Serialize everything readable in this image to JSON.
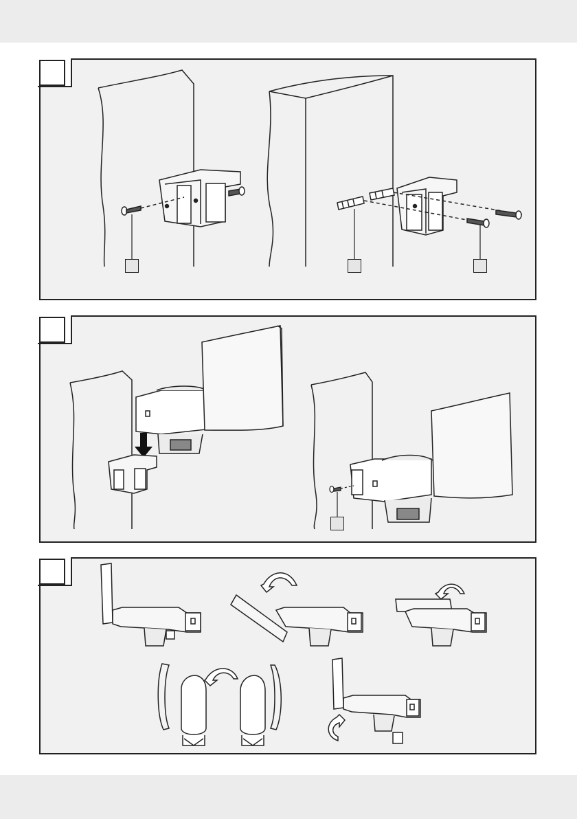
{
  "page": {
    "background": "#ececec",
    "panel_fill": "#f1f1f1",
    "line_color": "#222222"
  },
  "steps": [
    {
      "illustration": "bracket-mounting-to-wall-with-screws-and-dowels"
    },
    {
      "illustration": "luminaire-sliding-onto-bracket-and-securing-screw"
    },
    {
      "illustration": "lamp-head-and-sensor-adjustment-rotations"
    }
  ]
}
